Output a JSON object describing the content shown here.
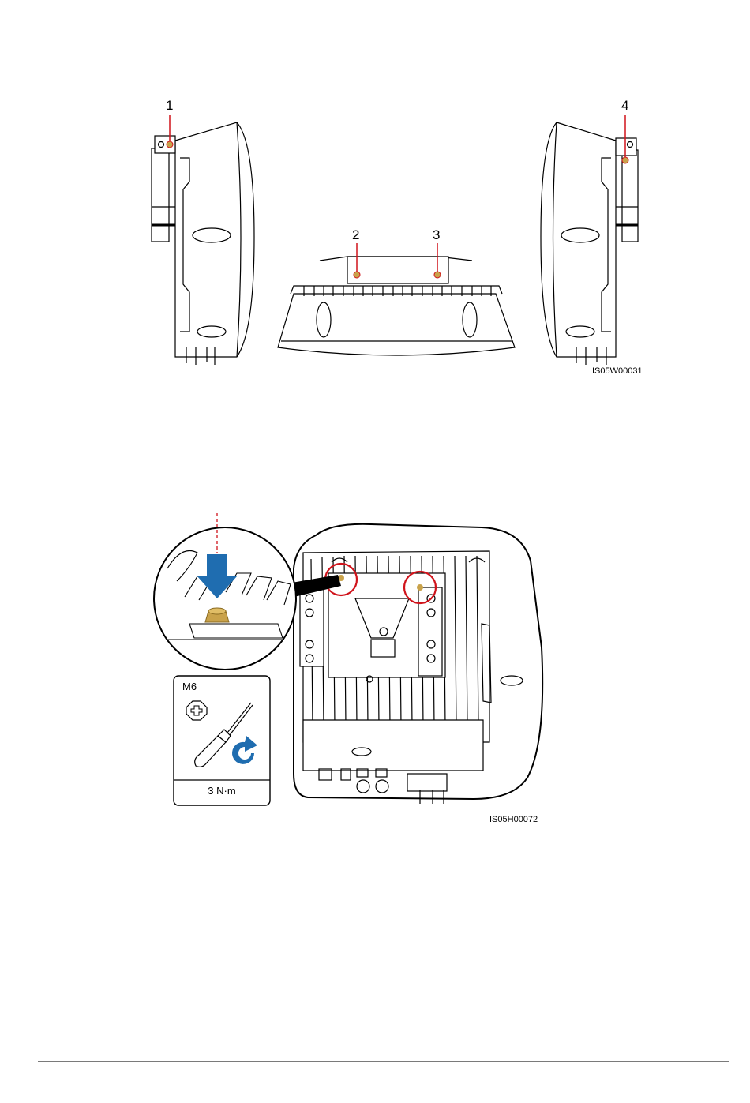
{
  "figure1": {
    "callouts": [
      "1",
      "2",
      "3",
      "4"
    ],
    "figure_id": "IS05W00031"
  },
  "figure2": {
    "bolt_spec": "M6",
    "torque": "3 N·m",
    "figure_id": "IS05H00072",
    "accent_color": "#1f6db0",
    "highlight_color": "#d0131b"
  }
}
